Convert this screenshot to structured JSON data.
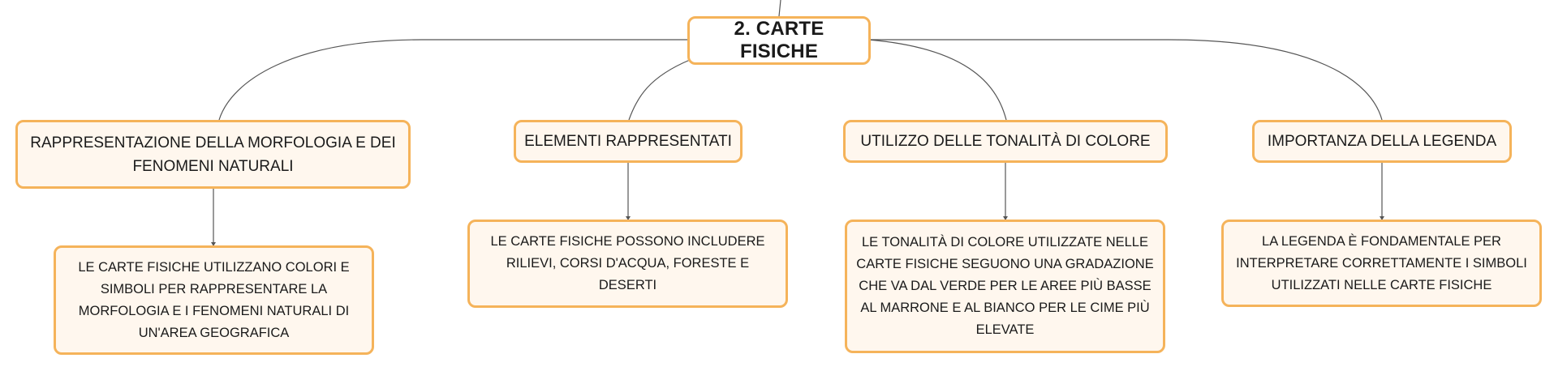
{
  "map": {
    "root": {
      "label": "2. CARTE FISICHE"
    },
    "branches": [
      {
        "topic": "RAPPRESENTAZIONE DELLA MORFOLOGIA E DEI FENOMENI NATURALI",
        "detail": "LE CARTE FISICHE UTILIZZANO COLORI E SIMBOLI PER RAPPRESENTARE LA MORFOLOGIA E I FENOMENI NATURALI DI UN'AREA GEOGRAFICA"
      },
      {
        "topic": "ELEMENTI RAPPRESENTATI",
        "detail": "LE CARTE FISICHE POSSONO INCLUDERE RILIEVI, CORSI D'ACQUA, FORESTE E DESERTI"
      },
      {
        "topic": "UTILIZZO DELLE TONALITÀ DI COLORE",
        "detail": "LE TONALITÀ DI COLORE UTILIZZATE NELLE CARTE FISICHE SEGUONO UNA GRADAZIONE CHE VA DAL VERDE PER LE AREE PIÙ BASSE AL MARRONE E AL BIANCO PER LE CIME PIÙ ELEVATE"
      },
      {
        "topic": "IMPORTANZA DELLA LEGENDA",
        "detail": "LA LEGENDA È FONDAMENTALE PER INTERPRETARE CORRETTAMENTE I SIMBOLI UTILIZZATI NELLE CARTE FISICHE"
      }
    ]
  },
  "colors": {
    "node_border": "#f5b35a",
    "node_fill": "#fff7ee",
    "connector": "#555555"
  }
}
